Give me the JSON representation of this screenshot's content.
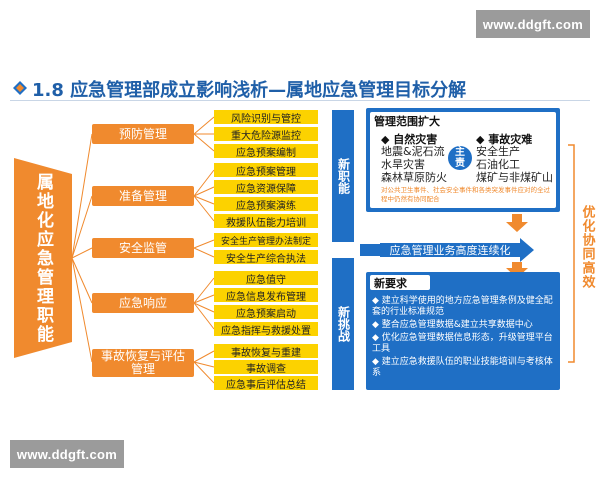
{
  "watermark_top": "www.ddgft.com",
  "watermark_bottom": "www.ddgft.com",
  "title": "1.8 应急管理部成立影响浅析—属地应急管理目标分解",
  "left_label": "属地化应急管理职能",
  "categories": [
    {
      "label": "预防管理",
      "items": [
        "风险识别与管控",
        "重大危险源监控",
        "应急预案编制"
      ]
    },
    {
      "label": "准备管理",
      "items": [
        "应急预案管理",
        "应急资源保障",
        "应急预案演练",
        "救援队伍能力培训"
      ]
    },
    {
      "label": "安全监管",
      "items": [
        "安全生产管理办法制定",
        "安全生产综合执法"
      ]
    },
    {
      "label": "应急响应",
      "items": [
        "应急值守",
        "应急信息发布管理",
        "应急预案启动",
        "应急指挥与救援处置"
      ]
    },
    {
      "label": "事故恢复与评估管理",
      "items": [
        "事故恢复与重建",
        "事故调查",
        "应急事后评估总结"
      ]
    }
  ],
  "middle_bar_1": "新职能",
  "middle_bar_2": "新挑战",
  "scope": {
    "heading": "管理范围扩大",
    "natural_title": "◆ 自然灾害",
    "natural_lines": [
      "地震&泥石流",
      "水旱灾害",
      "森林草原防火"
    ],
    "center": "主责",
    "accident_title": "◆ 事故灾难",
    "accident_lines": [
      "安全生产",
      "石油化工",
      "煤矿与非煤矿山"
    ],
    "note": "对公共卫生事件、社会安全事件和各类突发事件应对的全过程中仍然有协同配合"
  },
  "band": "应急管理业务高度连续化",
  "requirements": {
    "heading": "新要求",
    "items": [
      "◆ 建立科学使用的地方应急管理条例及健全配套的行业标准规范",
      "◆ 整合应急管理数据&建立共享数据中心",
      "◆ 优化应急管理数据信息形态，升级管理平台工具",
      "◆ 建立应急救援队伍的职业技能培训与考核体系"
    ]
  },
  "right_label": "优化协同高效",
  "colors": {
    "blue": "#1f6fc5",
    "orange": "#f08a2e",
    "yellow": "#fcd200",
    "title": "#1f5fa8"
  }
}
